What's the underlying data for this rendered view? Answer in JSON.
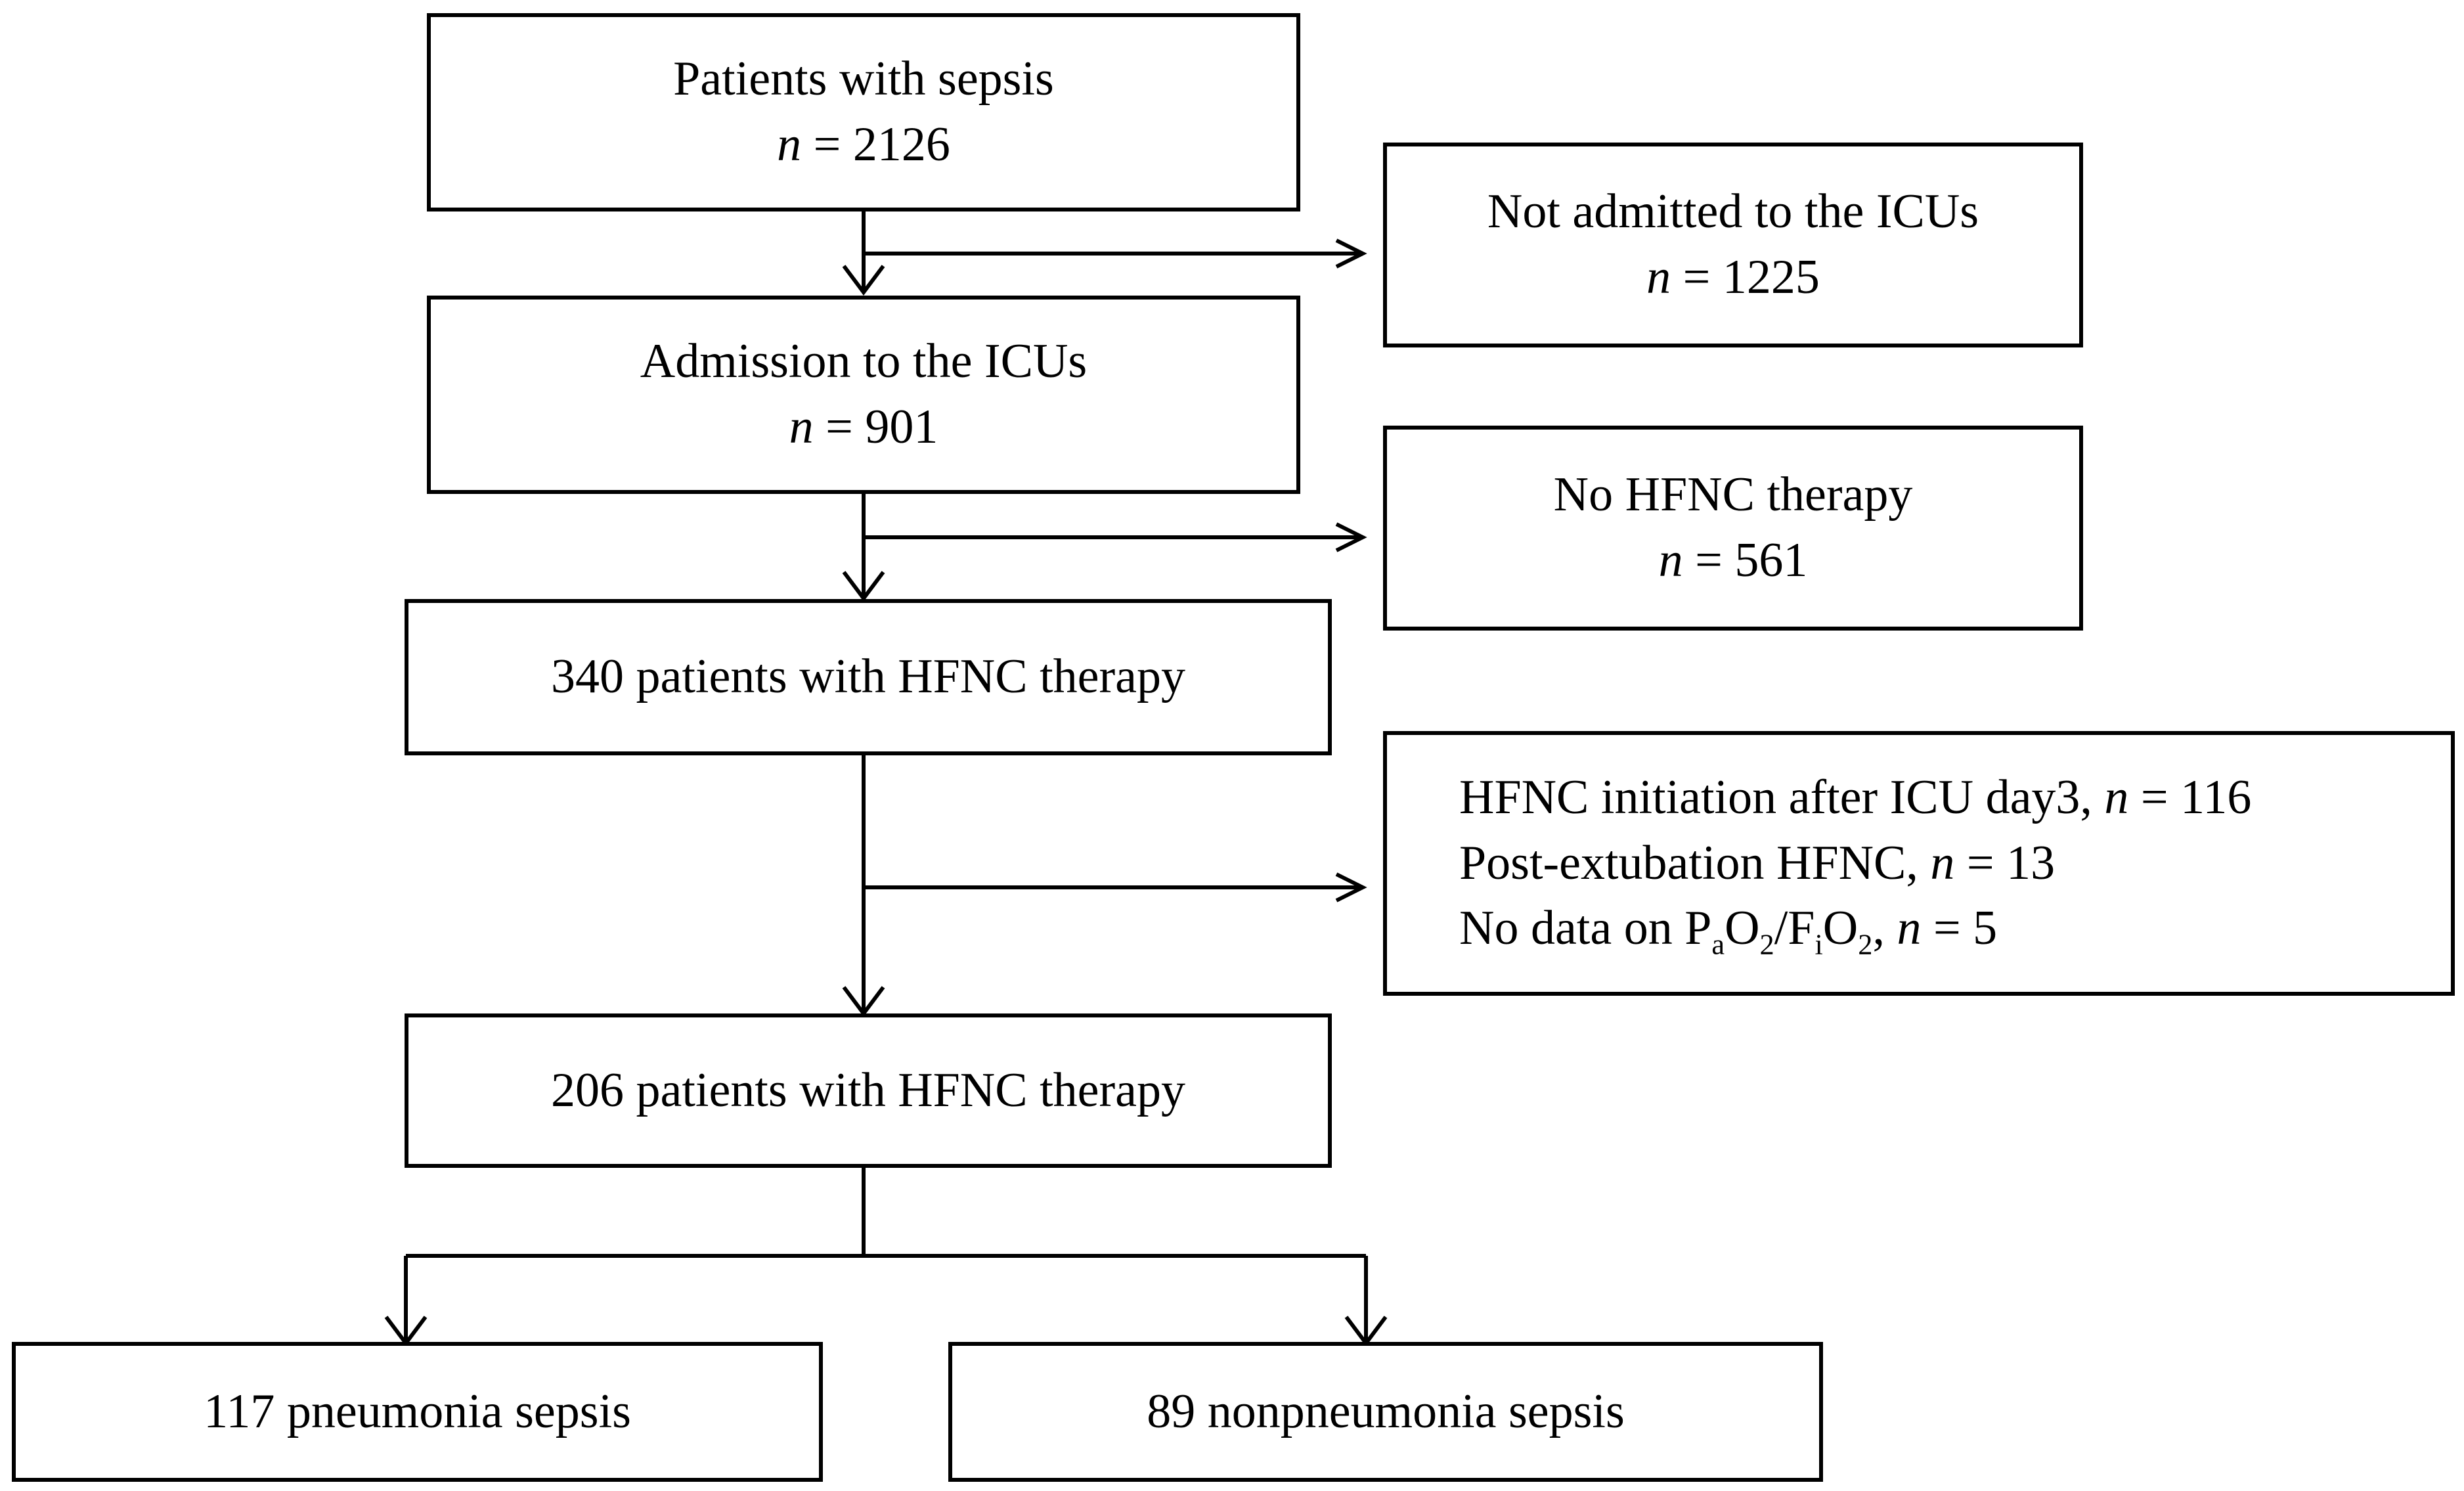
{
  "boxes": {
    "sepsis": {
      "label": "Patients with sepsis",
      "n_prefix": "n",
      "n_value": "= 2126"
    },
    "not_admitted": {
      "label": "Not admitted to the ICUs",
      "n_prefix": "n",
      "n_value": "= 1225"
    },
    "admission": {
      "label": "Admission to the ICUs",
      "n_prefix": "n",
      "n_value": "= 901"
    },
    "no_hfnc": {
      "label": "No HFNC therapy",
      "n_prefix": "n",
      "n_value": "= 561"
    },
    "hfnc_340": {
      "label": "340 patients with HFNC therapy"
    },
    "exclusions": {
      "line1_text": "HFNC initiation after ICU day3, ",
      "line1_n": "n",
      "line1_value": " = 116",
      "line2_text": "Post-extubation HFNC, ",
      "line2_n": "n",
      "line2_value": " = 13",
      "line3_text": "No data on P",
      "line3_sub1": "a",
      "line3_mid1": "O",
      "line3_sub2": "2",
      "line3_mid2": "/F",
      "line3_sub3": "i",
      "line3_mid3": "O",
      "line3_sub4": "2",
      "line3_sep": ", ",
      "line3_n": "n",
      "line3_value": " = 5"
    },
    "hfnc_206": {
      "label": "206 patients with HFNC therapy"
    },
    "pneumonia": {
      "label": "117 pneumonia sepsis"
    },
    "nonpneumonia": {
      "label": "89 nonpneumonia sepsis"
    }
  }
}
